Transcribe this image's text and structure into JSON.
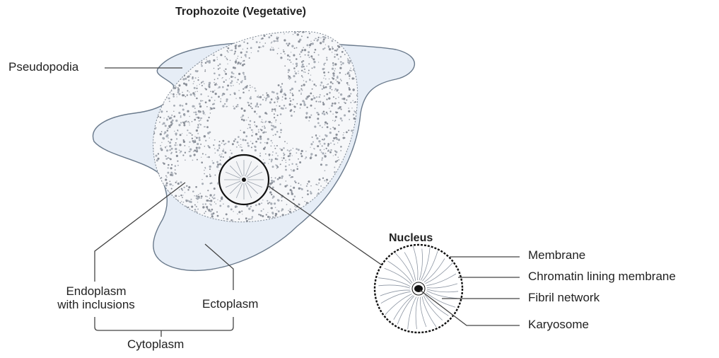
{
  "title": "Trophozoite (Vegetative)",
  "labels": {
    "pseudopodia": "Pseudopodia",
    "endoplasm_line1": "Endoplasm",
    "endoplasm_line2": "with inclusions",
    "ectoplasm": "Ectoplasm",
    "cytoplasm": "Cytoplasm"
  },
  "nucleus": {
    "heading": "Nucleus",
    "parts": {
      "membrane": "Membrane",
      "chromatin": "Chromatin lining membrane",
      "fibril": "Fibril network",
      "karyosome": "Karyosome"
    }
  },
  "colors": {
    "ectoplasm_fill": "#e6edf6",
    "endoplasm_granules": "#8a8f98",
    "outline": "#6a7a8c",
    "leader_line": "#444444"
  }
}
